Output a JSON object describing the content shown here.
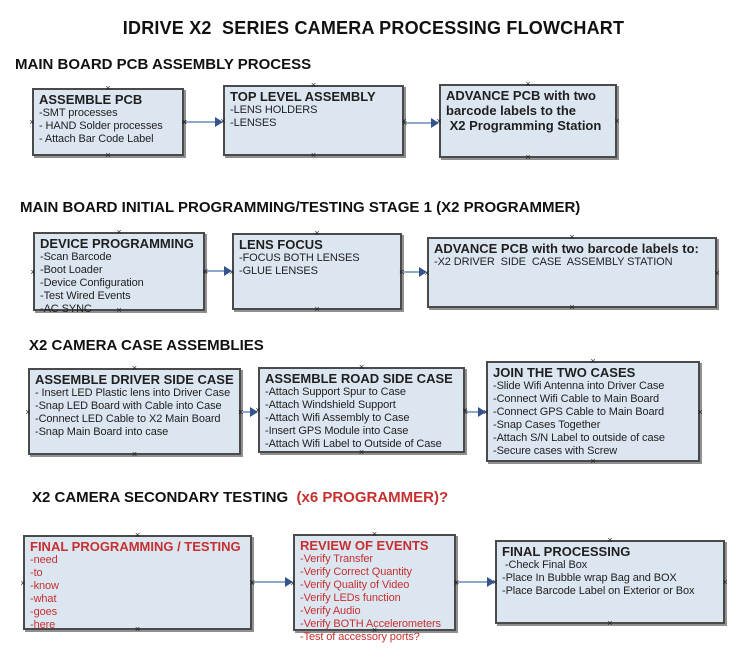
{
  "title": "IDRIVE X2  SERIES CAMERA PROCESSING FLOWCHART",
  "colors": {
    "box_fill": "#dce6f1",
    "box_border": "#4a4a4a",
    "arrow_line": "#8da9c9",
    "arrow_head": "#35548e",
    "red_text": "#c63030",
    "black_text": "#1f1f1f"
  },
  "sections": [
    {
      "heading": "MAIN BOARD PCB ASSEMBLY PROCESS",
      "boxes": [
        {
          "title": "ASSEMBLE PCB",
          "items": [
            "-SMT processes",
            "- HAND Solder processes",
            "- Attach Bar Code Label"
          ]
        },
        {
          "title": "TOP LEVEL ASSEMBLY",
          "items": [
            "-LENS HOLDERS",
            "-LENSES"
          ]
        },
        {
          "title": "ADVANCE PCB with two\nbarcode labels to the\n X2 Programming Station",
          "items": []
        }
      ]
    },
    {
      "heading": "MAIN BOARD INITIAL PROGRAMMING/TESTING STAGE 1 (X2 PROGRAMMER)",
      "boxes": [
        {
          "title": "DEVICE PROGRAMMING",
          "items": [
            "-Scan Barcode",
            "-Boot Loader",
            "-Device Configuration",
            "-Test Wired Events",
            "-AC SYNC"
          ]
        },
        {
          "title": "LENS FOCUS",
          "items": [
            "-FOCUS BOTH LENSES",
            "-GLUE LENSES"
          ]
        },
        {
          "title": "ADVANCE PCB with two barcode labels to:",
          "items": [
            "-X2 DRIVER  SIDE  CASE  ASSEMBLY STATION"
          ]
        }
      ]
    },
    {
      "heading": "X2 CAMERA CASE ASSEMBLIES",
      "boxes": [
        {
          "title": "ASSEMBLE DRIVER SIDE CASE",
          "items": [
            "- Insert LED Plastic lens into Driver Case",
            "-Snap LED Board with Cable into Case",
            "-Connect LED Cable to X2 Main Board",
            "-Snap Main Board into case"
          ]
        },
        {
          "title": "ASSEMBLE ROAD SIDE CASE",
          "items": [
            "-Attach Support Spur to Case",
            "-Attach Windshield Support",
            "-Attach Wifi Assembly to Case",
            "-Insert GPS Module into Case",
            "-Attach Wifi Label to Outside of Case"
          ]
        },
        {
          "title": "JOIN THE TWO CASES",
          "items": [
            "-Slide Wifi Antenna into Driver Case",
            "-Connect Wifi Cable to Main Board",
            "-Connect GPS Cable to Main Board",
            "-Snap Cases Together",
            "-Attach S/N Label to outside of case",
            "-Secure cases with Screw"
          ]
        }
      ]
    },
    {
      "heading_black": "X2 CAMERA SECONDARY TESTING ",
      "heading_red": " (x6 PROGRAMMER)?",
      "boxes": [
        {
          "title": "FINAL PROGRAMMING / TESTING",
          "items": [
            "-need",
            "-to",
            "-know",
            "-what",
            "-goes",
            "-here"
          ]
        },
        {
          "title": "REVIEW OF EVENTS",
          "items": [
            "-Verify Transfer",
            "-Verify Correct Quantity",
            "-Verify Quality of Video",
            "-Verify LEDs function",
            "-Verify Audio",
            "-Verify BOTH Accelerometers",
            "-Test of accessory ports?"
          ]
        },
        {
          "title": "FINAL PROCESSING",
          "items": [
            " -Check Final Box",
            "-Place In Bubble wrap Bag and BOX",
            "-Place Barcode Label on Exterior or Box"
          ]
        }
      ]
    }
  ]
}
